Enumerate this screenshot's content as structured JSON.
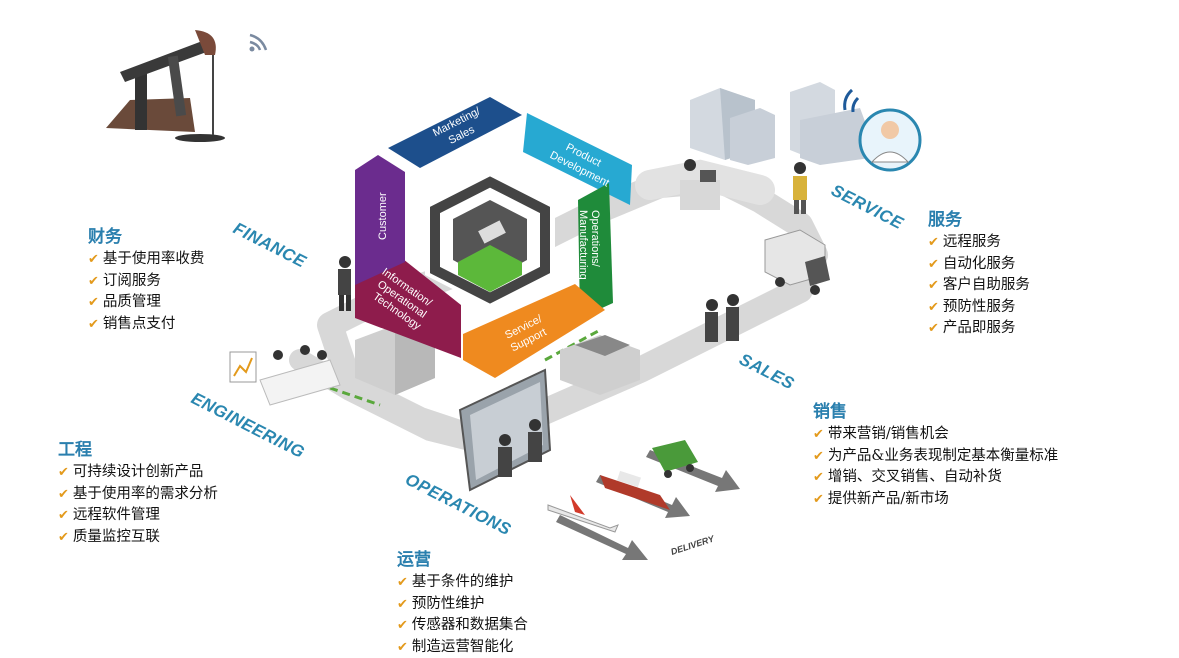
{
  "labels": {
    "finance": "FINANCE",
    "service": "SERVICE",
    "sales": "SALES",
    "engineering": "ENGINEERING",
    "operations": "OPERATIONS",
    "delivery": "DELIVERY"
  },
  "hexagon": {
    "marketing": [
      "Marketing/",
      "Sales"
    ],
    "product": [
      "Product",
      "Development"
    ],
    "operations_mfg": [
      "Operations/",
      "Manufacturing"
    ],
    "service_support": [
      "Service/",
      "Support"
    ],
    "it": [
      "Information/",
      "Operational",
      "Technology"
    ],
    "customer": [
      "Customer"
    ]
  },
  "colors": {
    "marketing": "#1d4f8c",
    "product": "#27a9d2",
    "operations_mfg": "#1f8b3a",
    "service_support": "#ef8a1f",
    "it": "#8e1c4c",
    "customer": "#6b2c8e",
    "label": "#2a87b0",
    "check": "#e39a1c"
  },
  "blocks": {
    "finance": {
      "title": "财务",
      "items": [
        "基于使用率收费",
        "订阅服务",
        "品质管理",
        "销售点支付"
      ]
    },
    "service": {
      "title": "服务",
      "items": [
        "远程服务",
        "自动化服务",
        "客户自助服务",
        "预防性服务",
        "产品即服务"
      ]
    },
    "sales": {
      "title": "销售",
      "items": [
        "带来营销/销售机会",
        "为产品&业务表现制定基本衡量标准",
        "增销、交叉销售、自动补货",
        "提供新产品/新市场"
      ]
    },
    "engineering": {
      "title": "工程",
      "items": [
        "可持续设计创新产品",
        "基于使用率的需求分析",
        "远程软件管理",
        "质量监控互联"
      ]
    },
    "operations": {
      "title": "运营",
      "items": [
        "基于条件的维护",
        "预防性维护",
        "传感器和数据集合",
        "制造运营智能化"
      ]
    }
  },
  "check_mark": "✔"
}
